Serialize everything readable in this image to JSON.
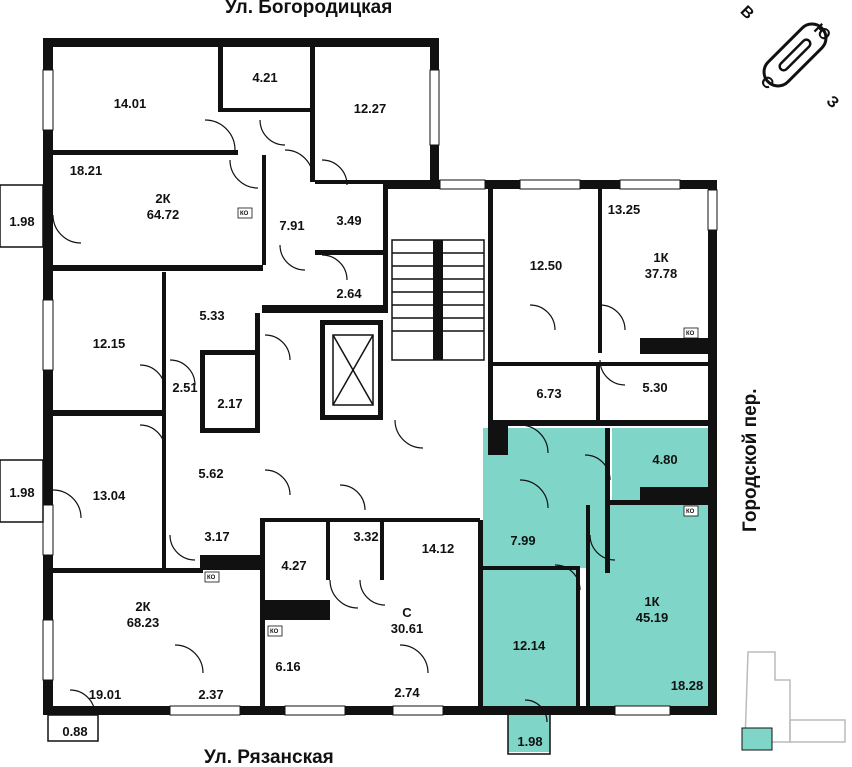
{
  "streets": {
    "north": "Ул. Богородицкая",
    "south": "Ул. Рязанская",
    "east": "Городской пер."
  },
  "compass": {
    "north": "С",
    "south": "Ю",
    "east": "В",
    "west": "З"
  },
  "apartments": [
    {
      "id": "apt-2k-64",
      "type": "2К",
      "area": "64.72"
    },
    {
      "id": "apt-1k-37",
      "type": "1К",
      "area": "37.78"
    },
    {
      "id": "apt-2k-68",
      "type": "2К",
      "area": "68.23"
    },
    {
      "id": "apt-c-30",
      "type": "С",
      "area": "30.61"
    },
    {
      "id": "apt-1k-45",
      "type": "1К",
      "area": "45.19",
      "highlighted": true
    }
  ],
  "rooms": [
    "14.01",
    "4.21",
    "12.27",
    "18.21",
    "1.98",
    "7.91",
    "3.49",
    "2.64",
    "12.50",
    "13.25",
    "12.15",
    "5.33",
    "2.51",
    "2.17",
    "6.73",
    "5.30",
    "1.98",
    "13.04",
    "5.62",
    "4.80",
    "3.17",
    "4.27",
    "3.32",
    "14.12",
    "7.99",
    "6.16",
    "2.74",
    "12.14",
    "18.28",
    "19.01",
    "2.37",
    "0.88",
    "1.98"
  ],
  "ko_label": "КО",
  "highlight_color": "#7fd6c8"
}
